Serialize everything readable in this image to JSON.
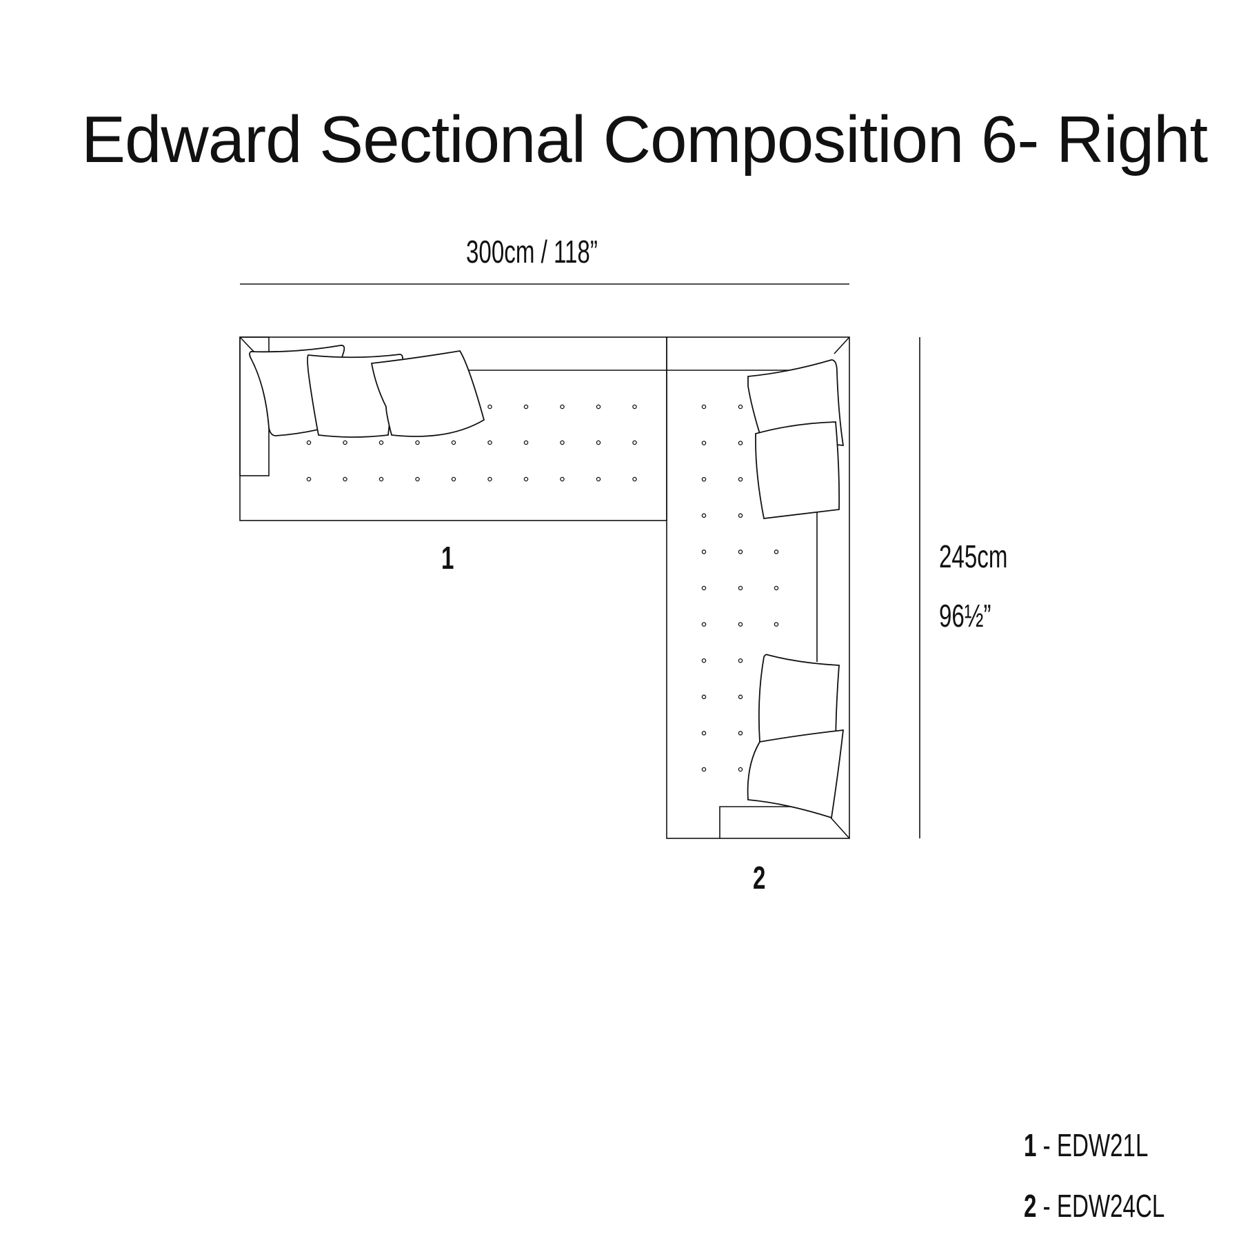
{
  "title": "Edward Sectional Composition 6- Right",
  "dimensions": {
    "width_label": "300cm / 118”",
    "depth_cm": "245cm",
    "depth_in": "96½”"
  },
  "modules": [
    {
      "number": "1",
      "code": "EDW21L"
    },
    {
      "number": "2",
      "code": "EDW24CL"
    }
  ],
  "legend_separator": "-"
}
